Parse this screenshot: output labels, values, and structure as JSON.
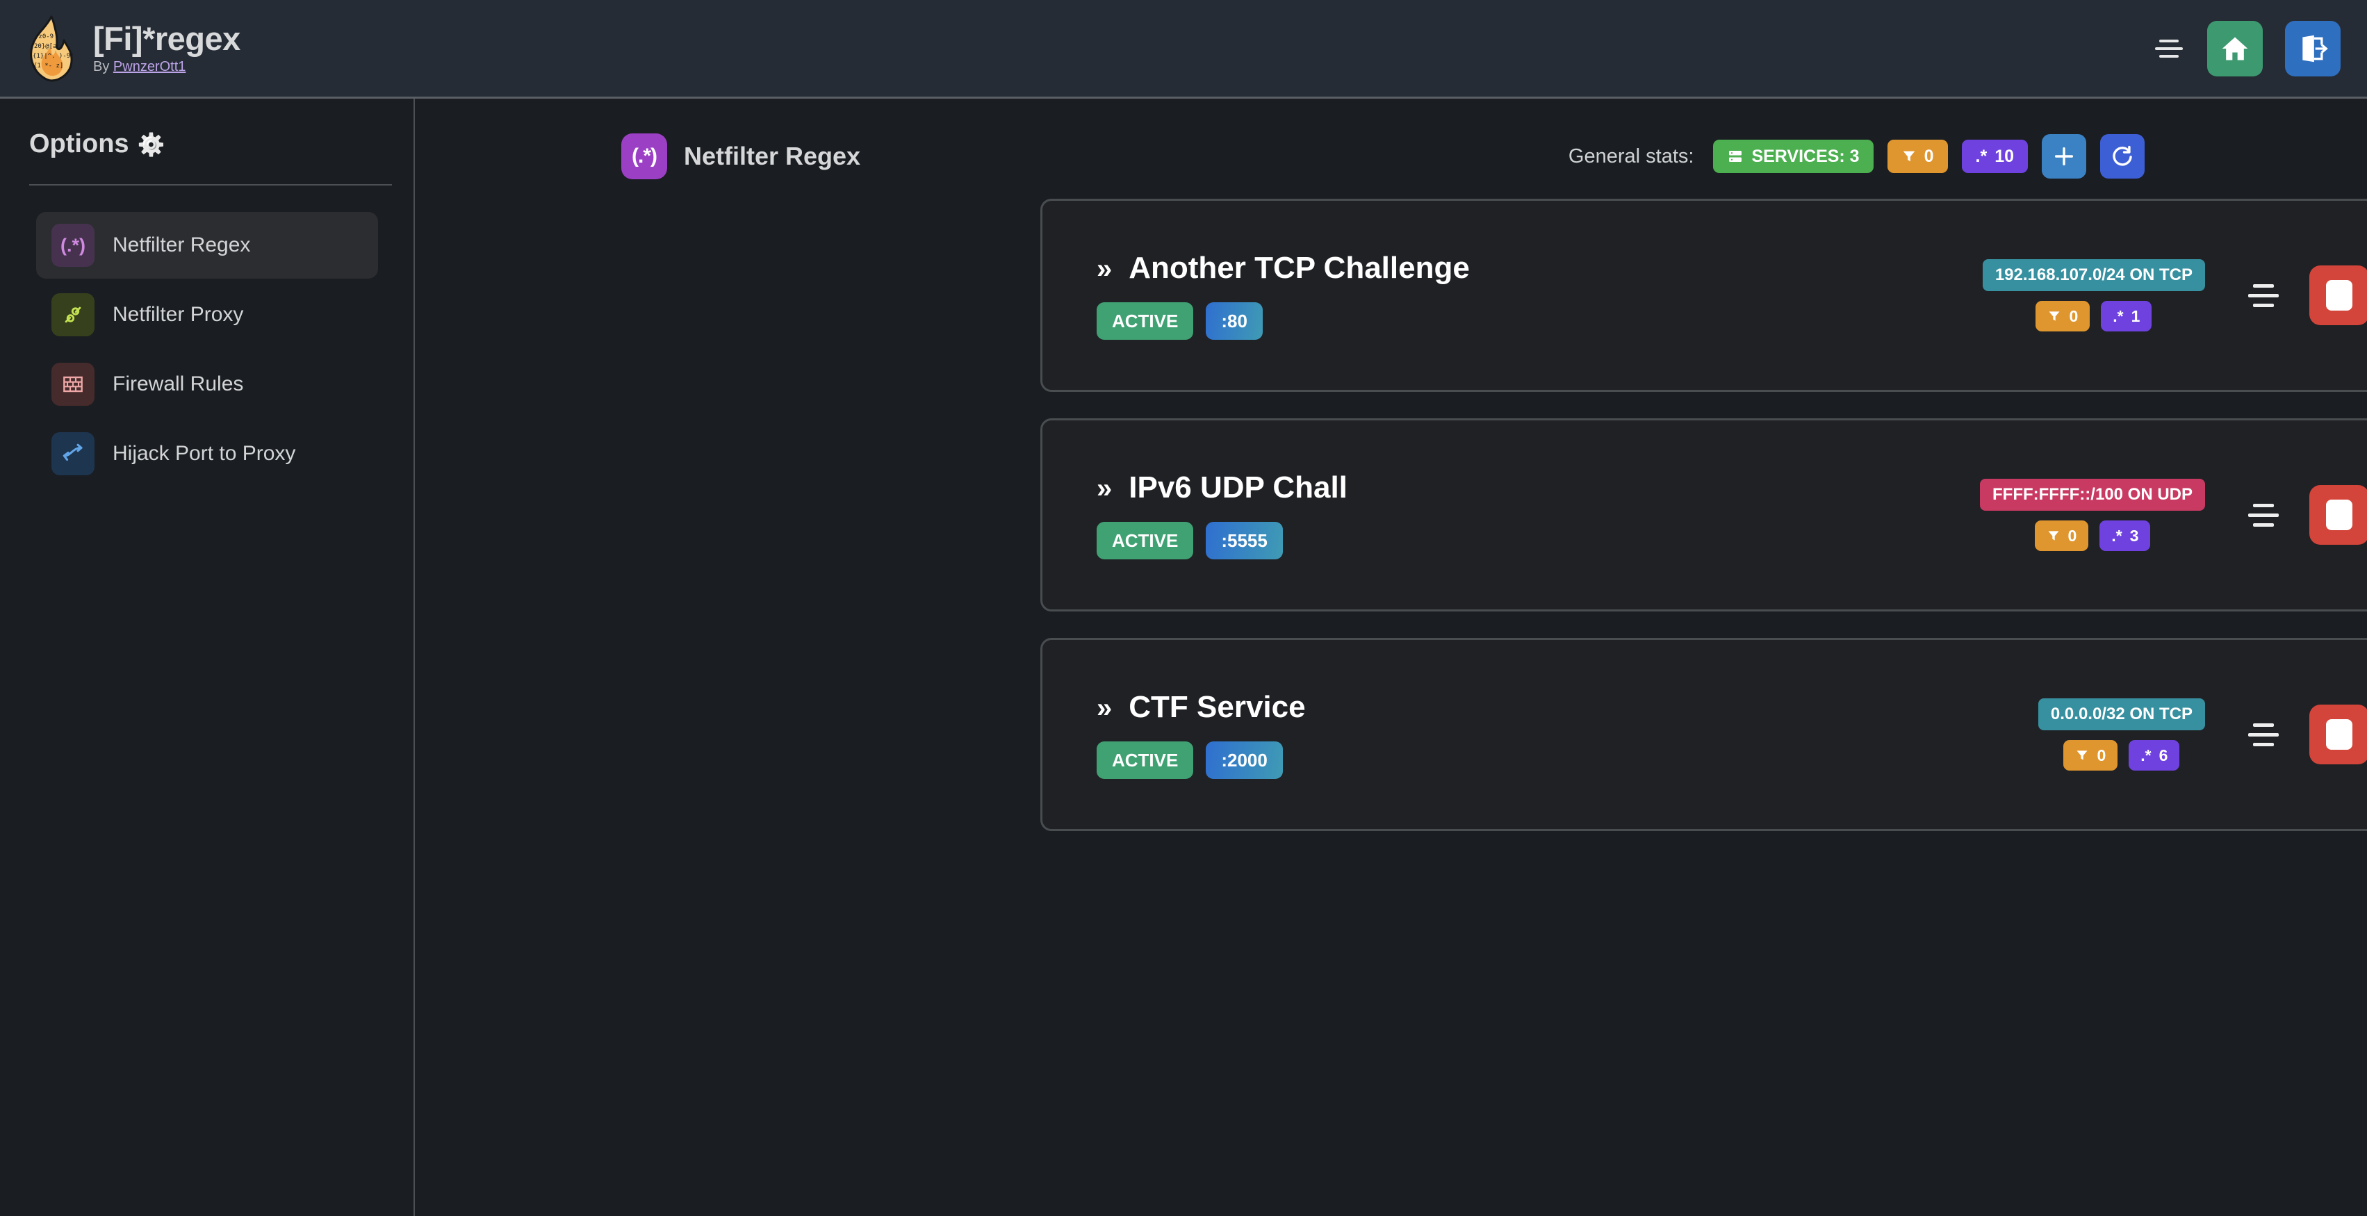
{
  "header": {
    "logo_icon": "flame-regex-logo",
    "title": "[Fi]*regex",
    "by_prefix": "By ",
    "author": "PwnzerOtt1",
    "menu_icon": "menu-lines-icon",
    "home_icon": "home-icon",
    "logout_icon": "logout-icon"
  },
  "sidebar": {
    "title": "Options",
    "gear_icon": "⚙️",
    "items": [
      {
        "label": "Netfilter Regex",
        "icon": "(.*)",
        "icon_name": "regex-icon",
        "active": true
      },
      {
        "label": "Netfilter Proxy",
        "icon": "⚭",
        "icon_name": "proxy-icon",
        "active": false
      },
      {
        "label": "Firewall Rules",
        "icon": "▦",
        "icon_name": "brick-wall-icon",
        "active": false
      },
      {
        "label": "Hijack Port to Proxy",
        "icon": "⤳",
        "icon_name": "route-fork-icon",
        "active": false
      }
    ]
  },
  "main": {
    "page_icon": "(.*)",
    "page_title": "Netfilter Regex",
    "stats_label": "General stats:",
    "stats": {
      "services_icon": "server-icon",
      "services_label": "SERVICES: 3",
      "filter_icon": "funnel-icon",
      "filter_count": "0",
      "regex_icon": ".*",
      "regex_count": "10"
    },
    "add_button": "+",
    "refresh_button": "↻"
  },
  "services": [
    {
      "chevron": "»",
      "name": "Another TCP Challenge",
      "status": "ACTIVE",
      "port": ":80",
      "network": "192.168.107.0/24 ON TCP",
      "proto": "tcp",
      "filter_count": "0",
      "regex_count": "1",
      "menu_icon": "service-menu-icon",
      "stop_icon": "stop-icon",
      "play_icon": "play-icon",
      "open_icon": "chevron-right-icon"
    },
    {
      "chevron": "»",
      "name": "IPv6 UDP Chall",
      "status": "ACTIVE",
      "port": ":5555",
      "network": "FFFF:FFFF::/100 ON UDP",
      "proto": "udp",
      "filter_count": "0",
      "regex_count": "3",
      "menu_icon": "service-menu-icon",
      "stop_icon": "stop-icon",
      "play_icon": "play-icon",
      "open_icon": "chevron-right-icon"
    },
    {
      "chevron": "»",
      "name": "CTF Service",
      "status": "ACTIVE",
      "port": ":2000",
      "network": "0.0.0.0/32 ON TCP",
      "proto": "tcp",
      "filter_count": "0",
      "regex_count": "6",
      "menu_icon": "service-menu-icon",
      "stop_icon": "stop-icon",
      "play_icon": "play-icon",
      "open_icon": "chevron-right-icon"
    }
  ],
  "colors": {
    "header_bg": "#252c35",
    "body_bg": "#1a1d21",
    "card_bg": "#1f2125",
    "card_border": "#4a4d50",
    "accent_green": "#4caf50",
    "accent_orange": "#e0962f",
    "accent_purple": "#6f42e0",
    "accent_teal": "#3790a0",
    "accent_pink": "#c93a63",
    "accent_red": "#d3453a",
    "accent_blue": "#2f6fc0"
  }
}
